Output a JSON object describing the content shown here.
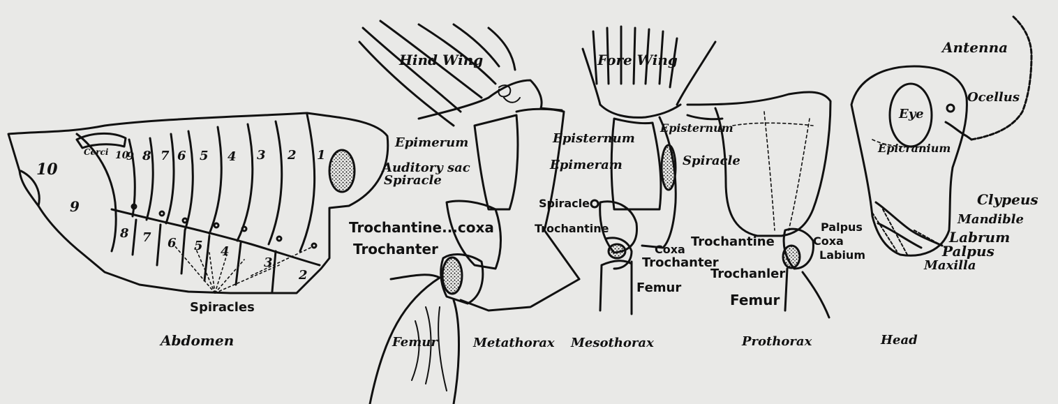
{
  "palette": {
    "ink": "#111111",
    "paper": "#e9e9e7"
  },
  "regions": {
    "abdomen": "Abdomen",
    "metathorax": "Metathorax",
    "mesothorax": "Mesothorax",
    "prothorax": "Prothorax",
    "head": "Head"
  },
  "abdomen": {
    "tergite_numbers": [
      "10",
      "9",
      "8",
      "7",
      "6",
      "5",
      "4",
      "3",
      "2",
      "1"
    ],
    "sternite_numbers": [
      "9",
      "8",
      "7",
      "6",
      "5",
      "4",
      "3",
      "2"
    ],
    "cerci": "Cerci",
    "cerci_tergite": "10",
    "auditory_sac": "Auditory sac",
    "spiracle": "Spiracle",
    "spiracles": "Spiracles",
    "epimerum": "Epimerum"
  },
  "metathorax": {
    "hind_wing": "Hind Wing",
    "trochantine_coxa": "Trochantine...coxa",
    "trochanter": "Trochanter",
    "femur": "Femur"
  },
  "mesothorax": {
    "fore_wing": "Fore Wing",
    "episternum": "Episternum",
    "epimeram": "Epimeram",
    "spiracle": "Spiracle",
    "trochantine": "Trochantine",
    "coxa": "Coxa",
    "trochanter": "Trochanter",
    "femur": "Femur"
  },
  "prothorax": {
    "episternum": "Episternum",
    "spiracle": "Spiracle",
    "trochantine": "Trochantine",
    "coxa": "Coxa",
    "trochanter": "Trochanler",
    "femur": "Femur"
  },
  "head": {
    "antenna": "Antenna",
    "ocellus": "Ocellus",
    "eye": "Eye",
    "epicranium": "Epicranium",
    "clypeus": "Clypeus",
    "mandible": "Mandible",
    "labrum": "Labrum",
    "palpus_right": "Palpus",
    "maxilla": "Maxilla",
    "palpus_left": "Palpus",
    "coxa": "Coxa",
    "labium": "Labium"
  }
}
